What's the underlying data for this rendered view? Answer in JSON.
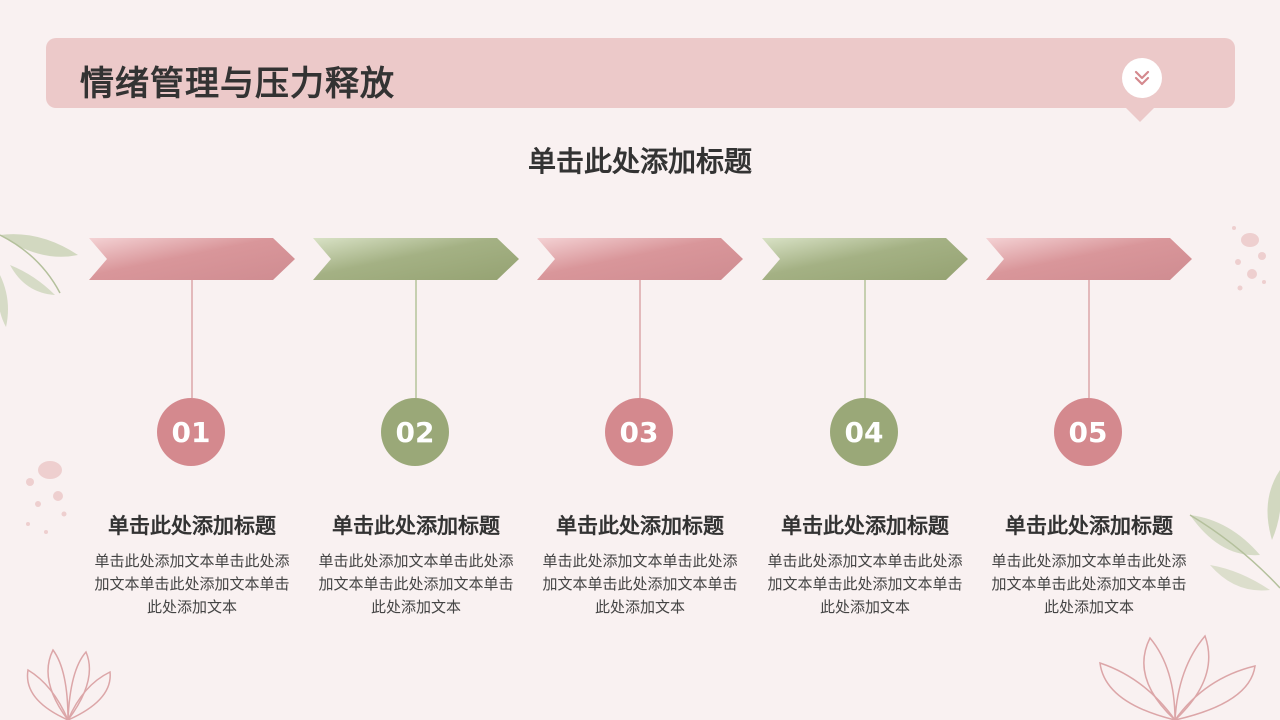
{
  "header": {
    "title": "情绪管理与压力释放"
  },
  "subtitle": "单击此处添加标题",
  "colors": {
    "pink": "#d4898e",
    "green": "#9aa878",
    "background": "#f9f1f1",
    "header": "#ecc9c9"
  },
  "steps": [
    {
      "number": "01",
      "title": "单击此处添加标题",
      "text": "单击此处添加文本单击此处添加文本单击此处添加文本单击此处添加文本"
    },
    {
      "number": "02",
      "title": "单击此处添加标题",
      "text": "单击此处添加文本单击此处添加文本单击此处添加文本单击此处添加文本"
    },
    {
      "number": "03",
      "title": "单击此处添加标题",
      "text": "单击此处添加文本单击此处添加文本单击此处添加文本单击此处添加文本"
    },
    {
      "number": "04",
      "title": "单击此处添加标题",
      "text": "单击此处添加文本单击此处添加文本单击此处添加文本单击此处添加文本"
    },
    {
      "number": "05",
      "title": "单击此处添加标题",
      "text": "单击此处添加文本单击此处添加文本单击此处添加文本单击此处添加文本"
    }
  ]
}
